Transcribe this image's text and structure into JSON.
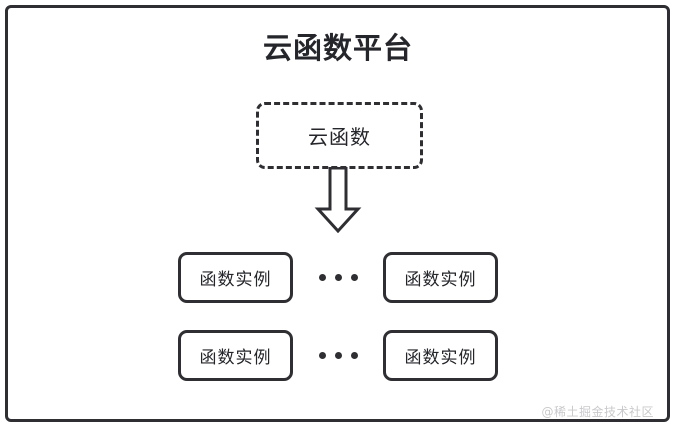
{
  "diagram": {
    "title": "云函数平台",
    "cloud_function": {
      "label": "云函数",
      "border_style": "dashed"
    },
    "arrow": {
      "name": "down-block-arrow",
      "direction": "down"
    },
    "rows": [
      {
        "left_box": "函数实例",
        "ellipsis": "...",
        "right_box": "函数实例"
      },
      {
        "left_box": "函数实例",
        "ellipsis": "...",
        "right_box": "函数实例"
      }
    ],
    "watermark": "@稀土掘金技术社区",
    "colors": {
      "stroke": "#2f2f33",
      "text": "#25262b",
      "background": "#ffffff",
      "watermark": "#c9c9cc"
    }
  }
}
